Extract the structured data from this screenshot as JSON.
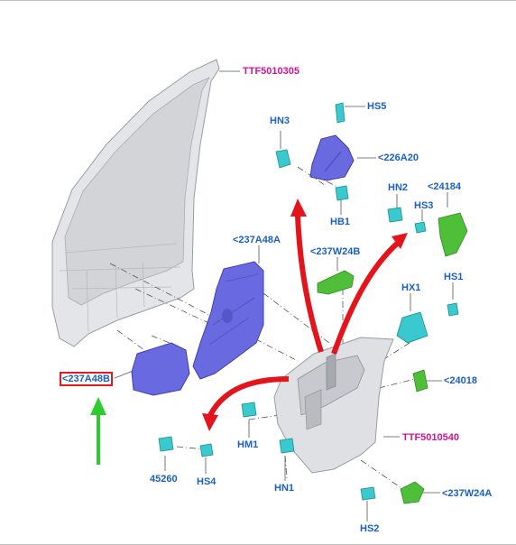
{
  "labels": {
    "ttf5010305": "TTF5010305",
    "hs5": "HS5",
    "hn3": "HN3",
    "p226a20": "<226A20",
    "hb1": "HB1",
    "hn2": "HN2",
    "p24184": "<24184",
    "hs3": "HS3",
    "p237a48a": "<237A48A",
    "p237w24b": "<237W24B",
    "hx1": "HX1",
    "hs1": "HS1",
    "p237a48b": "<237A48B",
    "p24018": "<24018",
    "hm1": "HM1",
    "ttf5010540": "TTF5010540",
    "p45260": "45260",
    "hs4": "HS4",
    "hn1": "HN1",
    "p237w24a": "<237W24A",
    "hs2": "HS2"
  },
  "colors": {
    "part_label": "#1a5fc4",
    "ttf_label": "#d0139a",
    "highlight_box": "#e01b1b",
    "arrow_red": "#e3141c",
    "arrow_green": "#2ecc2e",
    "panel_purple": "#6a6ae0",
    "clip_cyan": "#39c9cf",
    "part_green": "#4fbf3a",
    "body_gray": "#d9dade"
  }
}
